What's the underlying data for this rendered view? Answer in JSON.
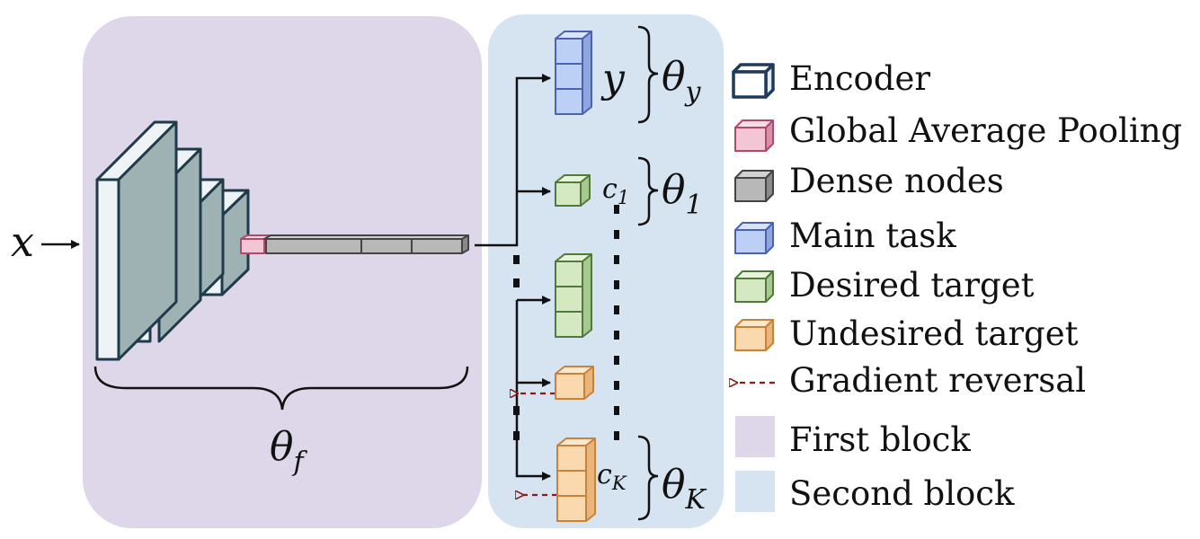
{
  "input_label": "x",
  "param_labels": {
    "encoder": "θ",
    "encoder_sub": "f",
    "main": "θ",
    "main_sub": "y",
    "first": "θ",
    "first_sub": "1",
    "last": "θ",
    "last_sub": "K"
  },
  "node_labels": {
    "main_output": "y",
    "first_class": "c",
    "first_class_sub": "1",
    "last_class": "c",
    "last_class_sub": "K"
  },
  "legend": [
    {
      "label": "Encoder",
      "icon": "cube-icon",
      "color": "#ffffff",
      "edge": "#1f3a5a"
    },
    {
      "label": "Global Average Pooling",
      "icon": "cube-icon",
      "color": "#f2c6d4",
      "edge": "#b04a6a"
    },
    {
      "label": "Dense nodes",
      "icon": "cube-icon",
      "color": "#b8b8b8",
      "edge": "#444444"
    },
    {
      "label": "Main task",
      "icon": "cube-icon",
      "color": "#bcd0f5",
      "edge": "#4a62b0"
    },
    {
      "label": "Desired target",
      "icon": "cube-icon",
      "color": "#d4e8c2",
      "edge": "#4f7a3a"
    },
    {
      "label": "Undesired target",
      "icon": "cube-icon",
      "color": "#f9d9ad",
      "edge": "#c8823a"
    },
    {
      "label": "Gradient reversal",
      "icon": "dashed-arrow-icon",
      "color": "#8b1a1a"
    },
    {
      "label": "First block",
      "icon": "swatch-icon",
      "color": "#ded7ea"
    },
    {
      "label": "Second block",
      "icon": "swatch-icon",
      "color": "#d6e4f2"
    }
  ],
  "colors": {
    "first_block": "#ded7ea",
    "second_block": "#d6e4f2",
    "encoder_face": "#eef4f6",
    "encoder_side": "#9eb1b3",
    "encoder_edge": "#1f3a4a",
    "gradient_reversal": "#8b1a1a"
  }
}
